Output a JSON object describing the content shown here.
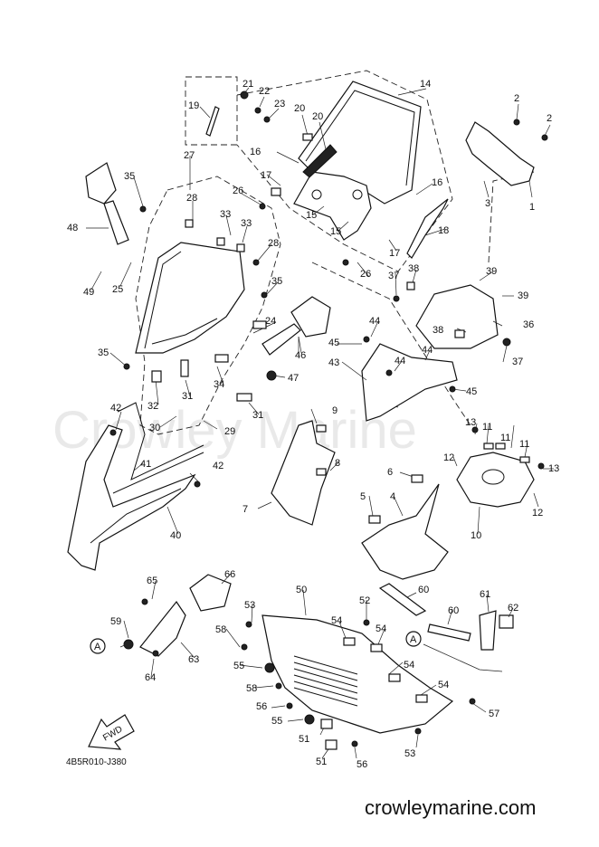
{
  "watermark": "Crowley Marine",
  "diagram_code": "4B5R010-J380",
  "site_url": "crowleymarine.com",
  "fwd_label": "FWD",
  "ref_marker": "A",
  "callouts": [
    {
      "id": "c1",
      "text": "1"
    },
    {
      "id": "c2a",
      "text": "2"
    },
    {
      "id": "c2b",
      "text": "2"
    },
    {
      "id": "c3",
      "text": "3"
    },
    {
      "id": "c4",
      "text": "4"
    },
    {
      "id": "c5",
      "text": "5"
    },
    {
      "id": "c6",
      "text": "6"
    },
    {
      "id": "c7",
      "text": "7"
    },
    {
      "id": "c8",
      "text": "8"
    },
    {
      "id": "c9",
      "text": "9"
    },
    {
      "id": "c10",
      "text": "10"
    },
    {
      "id": "c11a",
      "text": "11"
    },
    {
      "id": "c11b",
      "text": "11"
    },
    {
      "id": "c11c",
      "text": "11"
    },
    {
      "id": "c12a",
      "text": "12"
    },
    {
      "id": "c12b",
      "text": "12"
    },
    {
      "id": "c13a",
      "text": "13"
    },
    {
      "id": "c13b",
      "text": "13"
    },
    {
      "id": "c14",
      "text": "14"
    },
    {
      "id": "c15a",
      "text": "15"
    },
    {
      "id": "c15b",
      "text": "15"
    },
    {
      "id": "c16a",
      "text": "16"
    },
    {
      "id": "c16b",
      "text": "16"
    },
    {
      "id": "c17a",
      "text": "17"
    },
    {
      "id": "c17b",
      "text": "17"
    },
    {
      "id": "c18",
      "text": "18"
    },
    {
      "id": "c19",
      "text": "19"
    },
    {
      "id": "c20a",
      "text": "20"
    },
    {
      "id": "c20b",
      "text": "20"
    },
    {
      "id": "c21",
      "text": "21"
    },
    {
      "id": "c22",
      "text": "22"
    },
    {
      "id": "c23",
      "text": "23"
    },
    {
      "id": "c24",
      "text": "24"
    },
    {
      "id": "c25",
      "text": "25"
    },
    {
      "id": "c26a",
      "text": "26"
    },
    {
      "id": "c26b",
      "text": "26"
    },
    {
      "id": "c27",
      "text": "27"
    },
    {
      "id": "c28a",
      "text": "28"
    },
    {
      "id": "c28b",
      "text": "28"
    },
    {
      "id": "c29",
      "text": "29"
    },
    {
      "id": "c30",
      "text": "30"
    },
    {
      "id": "c31a",
      "text": "31"
    },
    {
      "id": "c31b",
      "text": "31"
    },
    {
      "id": "c32",
      "text": "32"
    },
    {
      "id": "c33a",
      "text": "33"
    },
    {
      "id": "c33b",
      "text": "33"
    },
    {
      "id": "c34",
      "text": "34"
    },
    {
      "id": "c35a",
      "text": "35"
    },
    {
      "id": "c35b",
      "text": "35"
    },
    {
      "id": "c35c",
      "text": "35"
    },
    {
      "id": "c36",
      "text": "36"
    },
    {
      "id": "c37a",
      "text": "37"
    },
    {
      "id": "c37b",
      "text": "37"
    },
    {
      "id": "c38a",
      "text": "38"
    },
    {
      "id": "c38b",
      "text": "38"
    },
    {
      "id": "c39a",
      "text": "39"
    },
    {
      "id": "c39b",
      "text": "39"
    },
    {
      "id": "c40",
      "text": "40"
    },
    {
      "id": "c41",
      "text": "41"
    },
    {
      "id": "c42a",
      "text": "42"
    },
    {
      "id": "c42b",
      "text": "42"
    },
    {
      "id": "c43",
      "text": "43"
    },
    {
      "id": "c44a",
      "text": "44"
    },
    {
      "id": "c44b",
      "text": "44"
    },
    {
      "id": "c44c",
      "text": "44"
    },
    {
      "id": "c45a",
      "text": "45"
    },
    {
      "id": "c45b",
      "text": "45"
    },
    {
      "id": "c46",
      "text": "46"
    },
    {
      "id": "c47",
      "text": "47"
    },
    {
      "id": "c48",
      "text": "48"
    },
    {
      "id": "c49",
      "text": "49"
    },
    {
      "id": "c50",
      "text": "50"
    },
    {
      "id": "c51a",
      "text": "51"
    },
    {
      "id": "c51b",
      "text": "51"
    },
    {
      "id": "c52",
      "text": "52"
    },
    {
      "id": "c53a",
      "text": "53"
    },
    {
      "id": "c53b",
      "text": "53"
    },
    {
      "id": "c54a",
      "text": "54"
    },
    {
      "id": "c54b",
      "text": "54"
    },
    {
      "id": "c54c",
      "text": "54"
    },
    {
      "id": "c54d",
      "text": "54"
    },
    {
      "id": "c55a",
      "text": "55"
    },
    {
      "id": "c55b",
      "text": "55"
    },
    {
      "id": "c56a",
      "text": "56"
    },
    {
      "id": "c56b",
      "text": "56"
    },
    {
      "id": "c57",
      "text": "57"
    },
    {
      "id": "c58a",
      "text": "58"
    },
    {
      "id": "c58b",
      "text": "58"
    },
    {
      "id": "c59",
      "text": "59"
    },
    {
      "id": "c60a",
      "text": "60"
    },
    {
      "id": "c60b",
      "text": "60"
    },
    {
      "id": "c61",
      "text": "61"
    },
    {
      "id": "c62",
      "text": "62"
    },
    {
      "id": "c63",
      "text": "63"
    },
    {
      "id": "c64",
      "text": "64"
    },
    {
      "id": "c65",
      "text": "65"
    },
    {
      "id": "c66",
      "text": "66"
    }
  ]
}
